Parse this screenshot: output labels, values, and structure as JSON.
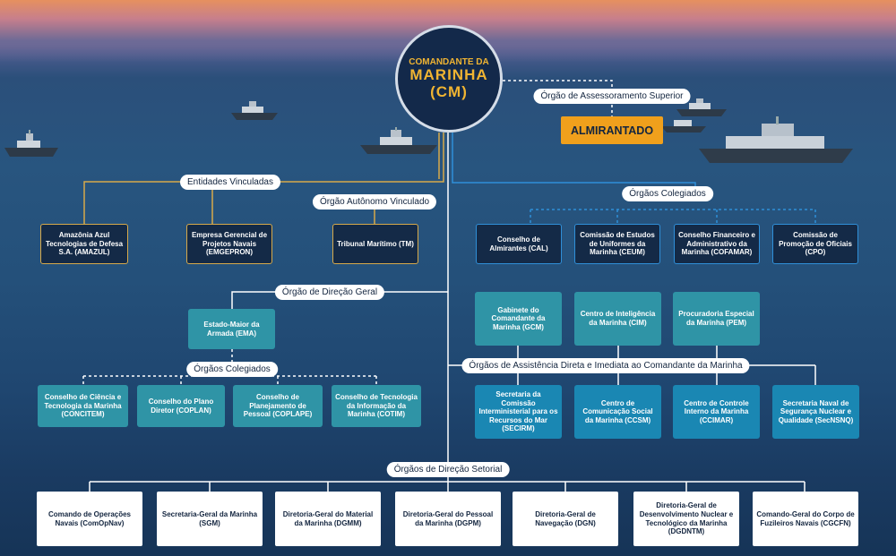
{
  "center": {
    "line1": "COMANDANTE DA",
    "line2": "MARINHA",
    "line3": "(CM)"
  },
  "labels": {
    "assessoramento": "Órgão de Assessoramento Superior",
    "entidades": "Entidades Vinculadas",
    "autonomo": "Órgão Autônomo Vinculado",
    "colegiados_top": "Órgãos Colegiados",
    "direcao_geral": "Órgão de Direção Geral",
    "colegiados_mid": "Órgãos Colegiados",
    "assistencia": "Órgãos de Assistência Direta e Imediata ao Comandante da Marinha",
    "setorial": "Órgãos de Direção Setorial"
  },
  "almirantado": "ALMIRANTADO",
  "entidades": [
    "Amazônia Azul Tecnologias de Defesa S.A. (AMAZUL)",
    "Empresa Gerencial de Projetos Navais (EMGEPRON)"
  ],
  "tribunal": "Tribunal Marítimo (TM)",
  "colegiados_top": [
    "Conselho de Almirantes (CAL)",
    "Comissão de Estudos de Uniformes da Marinha (CEUM)",
    "Conselho Financeiro e Administrativo da Marinha (COFAMAR)",
    "Comissão de Promoção de Oficiais (CPO)"
  ],
  "ema": "Estado-Maior da Armada (EMA)",
  "colegiados_mid": [
    "Conselho de Ciência e Tecnologia da Marinha (CONCITEM)",
    "Conselho do Plano Diretor (COPLAN)",
    "Conselho de Planejamento de Pessoal (COPLAPE)",
    "Conselho de Tecnologia da Informação da Marinha (COTIM)"
  ],
  "gabinete_row": [
    "Gabinete do Comandante da Marinha (GCM)",
    "Centro de Inteligência da Marinha (CIM)",
    "Procuradoria Especial da Marinha (PEM)"
  ],
  "assistencia_row": [
    "Secretaria da Comissão Interministerial para os Recursos do Mar (SECIRM)",
    "Centro de Comunicação Social da Marinha (CCSM)",
    "Centro de Controle Interno da Marinha (CCIMAR)",
    "Secretaria Naval de Segurança Nuclear e Qualidade (SecNSNQ)"
  ],
  "setorial": [
    "Comando de Operações Navais (ComOpNav)",
    "Secretaria-Geral da Marinha (SGM)",
    "Diretoria-Geral do Material da Marinha (DGMM)",
    "Diretoria-Geral do Pessoal da Marinha (DGPM)",
    "Diretoria-Geral de Navegação (DGN)",
    "Diretoria-Geral de Desenvolvimento Nuclear e Tecnológico da Marinha (DGDNTM)",
    "Comando-Geral do Corpo de Fuzileiros Navais (CGCFN)"
  ],
  "colors": {
    "gold": "#d7a94a",
    "blue": "#2f8fd8",
    "orange": "#f0a01c",
    "teal": "#2f94a6",
    "cyan": "#1a87b3",
    "navy": "#142a47"
  }
}
